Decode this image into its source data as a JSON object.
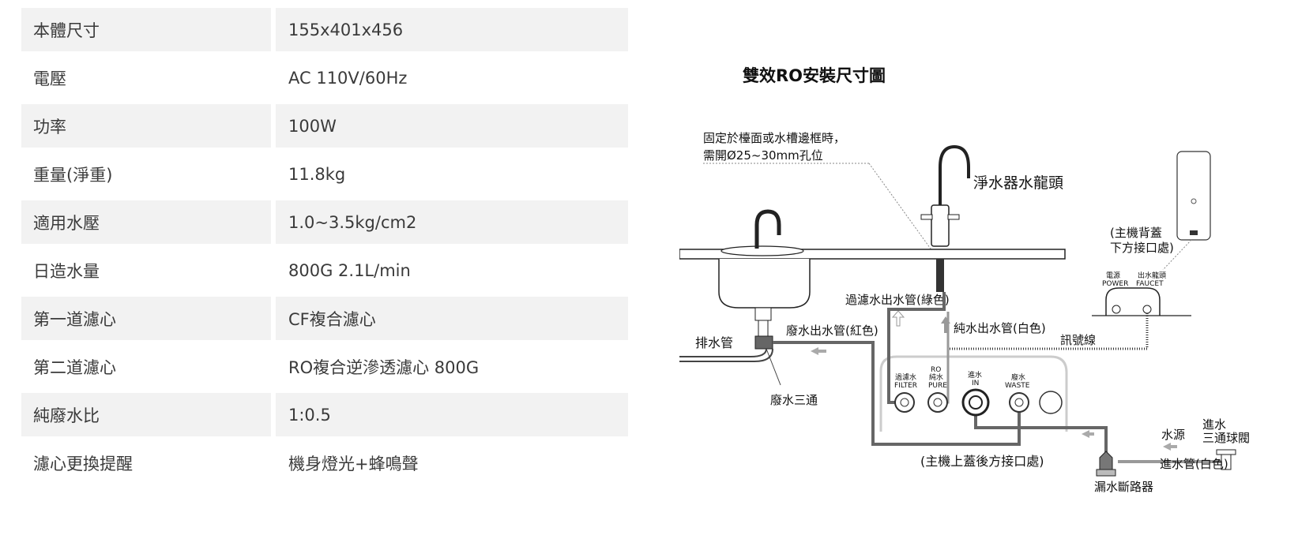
{
  "specs": [
    {
      "label": "本體尺寸",
      "value": "155x401x456"
    },
    {
      "label": "電壓",
      "value": "AC 110V/60Hz"
    },
    {
      "label": "功率",
      "value": "100W"
    },
    {
      "label": "重量(淨重)",
      "value": "11.8kg"
    },
    {
      "label": "適用水壓",
      "value": "1.0~3.5kg/cm2"
    },
    {
      "label": "日造水量",
      "value": "800G 2.1L/min"
    },
    {
      "label": "第一道濾心",
      "value": "CF複合濾心"
    },
    {
      "label": "第二道濾心",
      "value": "RO複合逆滲透濾心 800G"
    },
    {
      "label": "純廢水比",
      "value": "1:0.5"
    },
    {
      "label": "濾心更換提醒",
      "value": "機身燈光+蜂鳴聲"
    }
  ],
  "diagram": {
    "title": "雙效RO安裝尺寸圖",
    "note_line1": "固定於檯面或水槽邊框時，",
    "note_line2": "需開Ø25~30mm孔位",
    "faucet": "淨水器水龍頭",
    "back_cover_line1": "(主機背蓋",
    "back_cover_line2": "下方接口處)",
    "power": "電源",
    "power_en": "POWER",
    "outlet_faucet": "出水龍頭",
    "faucet_en": "FAUCET",
    "filter_pipe": "過濾水出水管(綠色)",
    "pure_pipe": "純水出水管(白色)",
    "signal_line": "訊號線",
    "drain_pipe": "排水管",
    "waste_pipe": "廢水出水管(紅色)",
    "waste_tee": "廢水三通",
    "port_filter_cn": "過濾水",
    "port_filter_en": "FILTER",
    "port_ro_cn": "RO",
    "port_ro_cn2": "純水",
    "port_pure_en": "PURE",
    "port_in_cn": "進水",
    "port_in_en": "IN",
    "port_waste_cn": "廢水",
    "port_waste_en": "WASTE",
    "top_cover": "(主機上蓋後方接口處)",
    "water_source": "水源",
    "inlet_valve_line1": "進水",
    "inlet_valve_line2": "三通球閥",
    "inlet_pipe": "進水管(白色)",
    "leak_breaker": "漏水斷路器"
  }
}
